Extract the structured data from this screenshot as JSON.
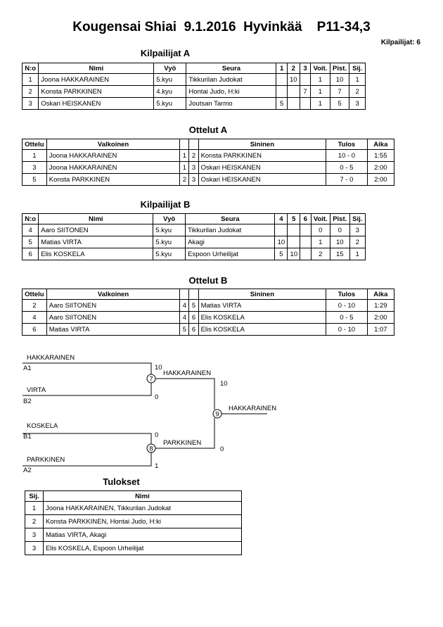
{
  "header": {
    "title": "Kougensai Shiai  9.1.2016  Hyvinkää    P11-34,3",
    "competitors_count": "Kilpailijat: 6"
  },
  "pool_a": {
    "title": "Kilpailijat A",
    "columns": [
      "N:o",
      "Nimi",
      "Vyö",
      "Seura",
      "1",
      "2",
      "3",
      "Voit.",
      "Pist.",
      "Sij."
    ],
    "rows": [
      [
        "1",
        "Joona HAKKARAINEN",
        "5.kyu",
        "Tikkurilan Judokat",
        "",
        "10",
        "",
        "1",
        "10",
        "1"
      ],
      [
        "2",
        "Konsta PARKKINEN",
        "4.kyu",
        "Hontai Judo, H:ki",
        "",
        "",
        "7",
        "1",
        "7",
        "2"
      ],
      [
        "3",
        "Oskari HEISKANEN",
        "5.kyu",
        "Joutsan Tarmo",
        "5",
        "",
        "",
        "1",
        "5",
        "3"
      ]
    ]
  },
  "matches_a": {
    "title": "Ottelut A",
    "columns": [
      "Ottelu",
      "Valkoinen",
      "",
      "",
      "Sininen",
      "Tulos",
      "Aika"
    ],
    "rows": [
      [
        "1",
        "Joona HAKKARAINEN",
        "1",
        "2",
        "Konsta PARKKINEN",
        "10 - 0",
        "1:55"
      ],
      [
        "3",
        "Joona HAKKARAINEN",
        "1",
        "3",
        "Oskari HEISKANEN",
        "0 - 5",
        "2:00"
      ],
      [
        "5",
        "Konsta PARKKINEN",
        "2",
        "3",
        "Oskari HEISKANEN",
        "7 - 0",
        "2:00"
      ]
    ]
  },
  "pool_b": {
    "title": "Kilpailijat B",
    "columns": [
      "N:o",
      "Nimi",
      "Vyö",
      "Seura",
      "4",
      "5",
      "6",
      "Voit.",
      "Pist.",
      "Sij."
    ],
    "rows": [
      [
        "4",
        "Aaro SIITONEN",
        "5.kyu",
        "Tikkurilan Judokat",
        "",
        "",
        "",
        "0",
        "0",
        "3"
      ],
      [
        "5",
        "Matias VIRTA",
        "5.kyu",
        "Akagi",
        "10",
        "",
        "",
        "1",
        "10",
        "2"
      ],
      [
        "6",
        "Elis KOSKELA",
        "5.kyu",
        "Espoon Urheilijat",
        "5",
        "10",
        "",
        "2",
        "15",
        "1"
      ]
    ]
  },
  "matches_b": {
    "title": "Ottelut B",
    "columns": [
      "Ottelu",
      "Valkoinen",
      "",
      "",
      "Sininen",
      "Tulos",
      "Aika"
    ],
    "rows": [
      [
        "2",
        "Aaro SIITONEN",
        "4",
        "5",
        "Matias VIRTA",
        "0 - 10",
        "1:29"
      ],
      [
        "4",
        "Aaro SIITONEN",
        "4",
        "6",
        "Elis KOSKELA",
        "0 - 5",
        "2:00"
      ],
      [
        "6",
        "Matias VIRTA",
        "5",
        "6",
        "Elis KOSKELA",
        "0 - 10",
        "1:07"
      ]
    ]
  },
  "bracket": {
    "s1_name": "HAKKARAINEN",
    "s1_seed": "A1",
    "s1_score": "10",
    "s2_name": "VIRTA",
    "s2_seed": "B2",
    "s2_score": "0",
    "s3_name": "KOSKELA",
    "s3_seed": "B1",
    "s3_score": "0",
    "s4_name": "PARKKINEN",
    "s4_seed": "A2",
    "s4_score": "1",
    "m7_num": "7",
    "m7_winner": "HAKKARAINEN",
    "m7_score": "10",
    "m8_num": "8",
    "m8_winner": "PARKKINEN",
    "m8_score": "0",
    "m9_num": "9",
    "champion": "HAKKARAINEN"
  },
  "results": {
    "title": "Tulokset",
    "columns": [
      "Sij.",
      "Nimi"
    ],
    "rows": [
      [
        "1",
        "Joona HAKKARAINEN, Tikkurilan Judokat"
      ],
      [
        "2",
        "Konsta PARKKINEN, Hontai Judo, H:ki"
      ],
      [
        "3",
        "Matias VIRTA, Akagi"
      ],
      [
        "3",
        "Elis KOSKELA, Espoon Urheilijat"
      ]
    ]
  }
}
